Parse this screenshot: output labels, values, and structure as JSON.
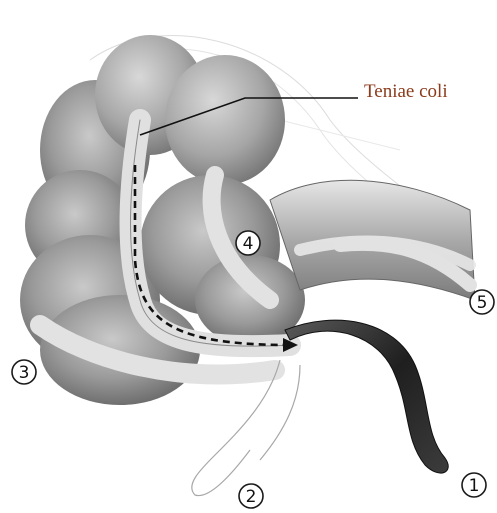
{
  "labels": {
    "teniae_coli": "Teniae coli"
  },
  "markers": [
    {
      "id": "1",
      "text": "1"
    },
    {
      "id": "2",
      "text": "2"
    },
    {
      "id": "3",
      "text": "3"
    },
    {
      "id": "4",
      "text": "4"
    },
    {
      "id": "5",
      "text": "5"
    }
  ],
  "colors": {
    "label_text": "#8b3a1a",
    "appendix_dark": "#2b2b2b",
    "bowel_gray": "#9a9a9a",
    "band_light": "#d8d8d8",
    "leader_line": "#111111"
  }
}
